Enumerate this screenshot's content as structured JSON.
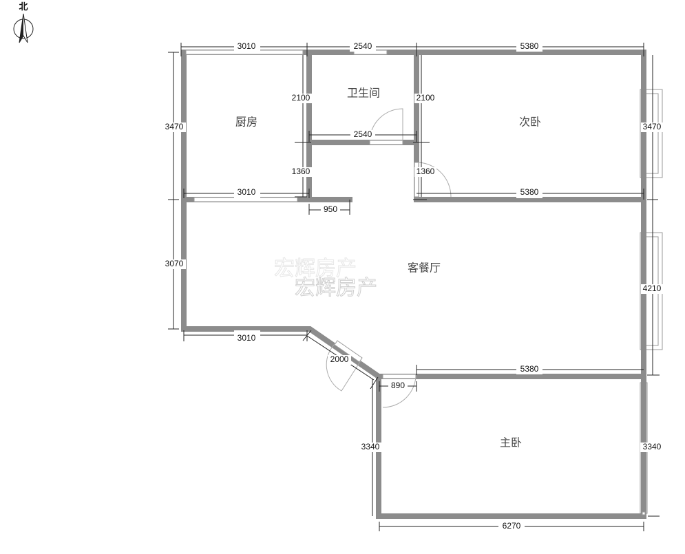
{
  "compass": {
    "label": "北"
  },
  "watermark": "宏辉房产",
  "rooms": {
    "kitchen": "厨房",
    "bathroom": "卫生间",
    "second_bedroom": "次卧",
    "living_dining": "客餐厅",
    "master_bedroom": "主卧"
  },
  "dims": {
    "top_kitchen": "3010",
    "top_bath": "2540",
    "top_bedroom": "5380",
    "left_kitchen": "3470",
    "left_living": "3070",
    "bath_left": "2100",
    "bath_right": "2100",
    "bath_bottom": "2540",
    "corr_left": "1360",
    "corr_right": "1360",
    "kitchen_bottom": "3010",
    "stub": "950",
    "bedroom_bottom": "5380",
    "right_bedroom": "3470",
    "right_living": "4210",
    "living_bottom": "3010",
    "diag_door": "2000",
    "master_door": "890",
    "master_top": "5380",
    "master_left": "3340",
    "master_right": "3340",
    "master_bottom": "6270"
  }
}
